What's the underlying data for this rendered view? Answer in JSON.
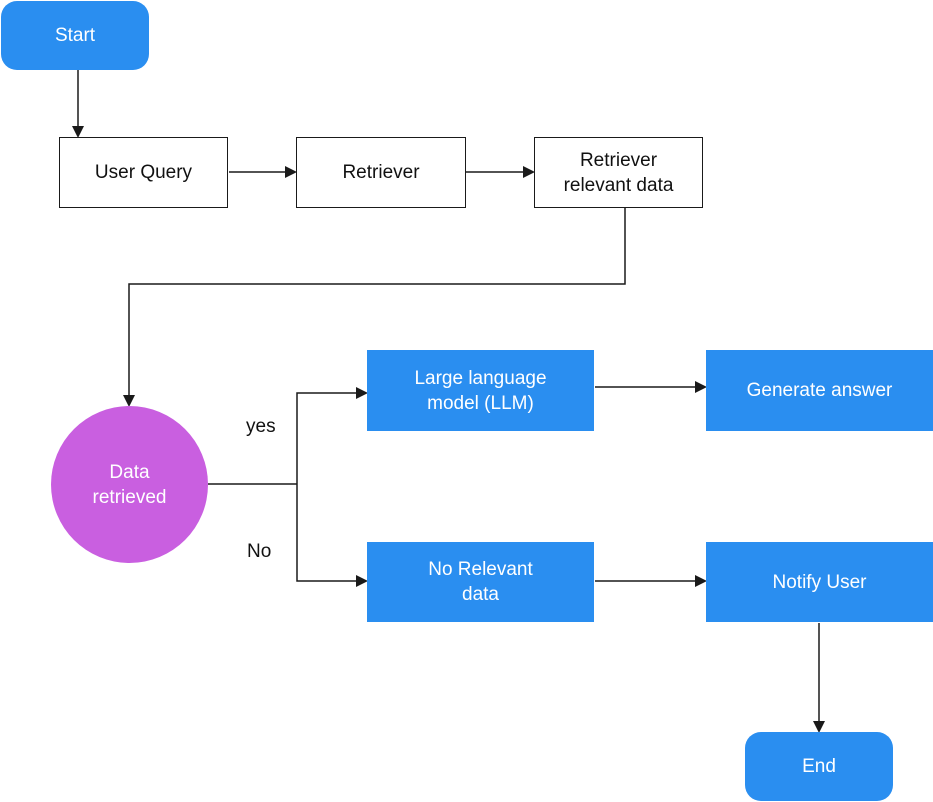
{
  "colors": {
    "terminal": "#2a8ef0",
    "process_fill": "#2a8ef0",
    "decision": "#c95fe0",
    "line": "#1a1a1a"
  },
  "nodes": {
    "start": "Start",
    "user_query": "User Query",
    "retriever": "Retriever",
    "retriever_relevant_data": "Retriever\nrelevant data",
    "data_retrieved": "Data\nretrieved",
    "llm": "Large language\nmodel (LLM)",
    "generate_answer": "Generate answer",
    "no_relevant_data": "No Relevant\ndata",
    "notify_user": "Notify User",
    "end": "End"
  },
  "edge_labels": {
    "yes": "yes",
    "no": "No"
  }
}
